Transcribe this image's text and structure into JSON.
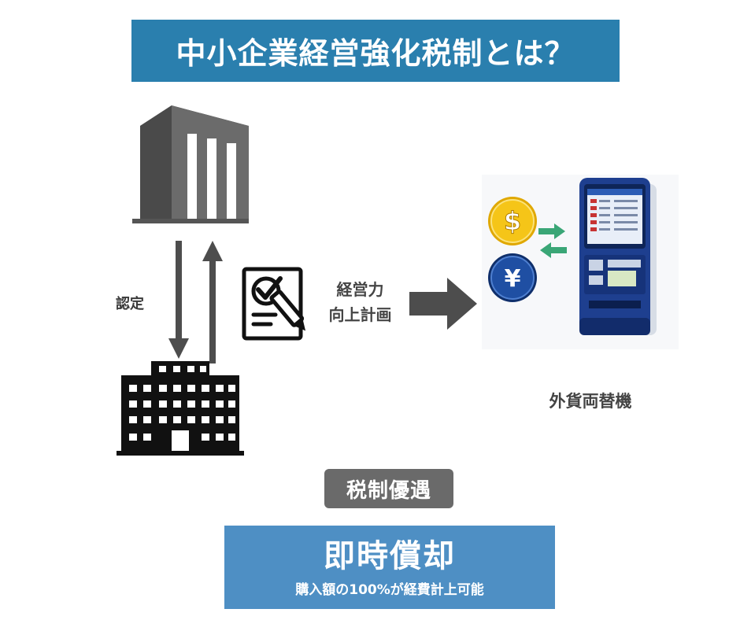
{
  "title": "中小企業経営強化税制とは？",
  "labels": {
    "certification": "認定",
    "plan_line1": "経営力",
    "plan_line2": "向上計画",
    "equipment": "外貨両替機",
    "tax_badge": "税制優遇"
  },
  "benefit": {
    "title": "即時償却",
    "subtitle": "購入額の100%が経費計上可能"
  },
  "icons": {
    "government": "government-building-icon",
    "company": "company-building-icon",
    "plan_document": "checklist-document-icon",
    "flow_arrow": "right-arrow-icon",
    "dollar": "dollar-coin-icon",
    "yen": "yen-coin-icon",
    "exchange": "exchange-arrows-icon",
    "atm": "currency-exchange-machine-icon"
  },
  "coins": {
    "dollar_symbol": "$",
    "yen_symbol": "¥"
  },
  "colors": {
    "title_bg": "#2a7fae",
    "badge_bg": "#6a6a6a",
    "benefit_bg": "#4e8fc4",
    "coin_gold": "#f5c518",
    "coin_blue": "#1f4fa3",
    "exchange_green": "#3aa676"
  }
}
